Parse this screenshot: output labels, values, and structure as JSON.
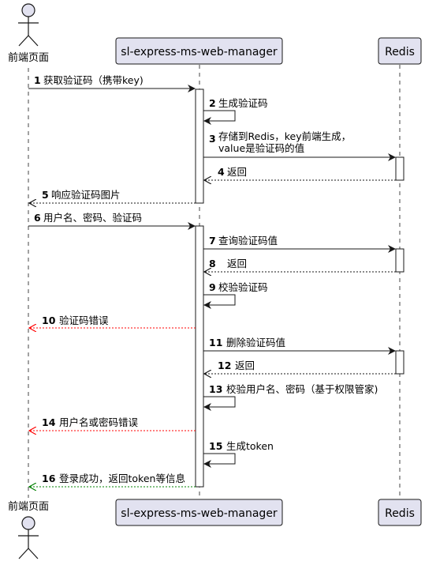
{
  "participants": {
    "frontend": "前端页面",
    "manager": "sl-express-ms-web-manager",
    "redis": "Redis"
  },
  "messages": [
    {
      "num": "1",
      "text": "获取验证码（携带key)"
    },
    {
      "num": "2",
      "text": "生成验证码"
    },
    {
      "num": "3",
      "text": "存储到Redis，key前端生成，",
      "text2": "value是验证码的值"
    },
    {
      "num": "4",
      "text": "返回"
    },
    {
      "num": "5",
      "text": "响应验证码图片"
    },
    {
      "num": "6",
      "text": "用户名、密码、验证码"
    },
    {
      "num": "7",
      "text": "查询验证码值"
    },
    {
      "num": "8",
      "text": "返回"
    },
    {
      "num": "9",
      "text": "校验验证码"
    },
    {
      "num": "10",
      "text": "验证码错误"
    },
    {
      "num": "11",
      "text": "删除验证码值"
    },
    {
      "num": "12",
      "text": "返回"
    },
    {
      "num": "13",
      "text": "校验用户名、密码（基于权限管家)"
    },
    {
      "num": "14",
      "text": "用户名或密码错误"
    },
    {
      "num": "15",
      "text": "生成token"
    },
    {
      "num": "16",
      "text": "登录成功，返回token等信息"
    }
  ],
  "colors": {
    "participant_fill": "#e2e2f0",
    "participant_stroke": "#181818",
    "line": "#181818",
    "error_arrow": "#ff0000",
    "success_arrow": "#008000"
  }
}
